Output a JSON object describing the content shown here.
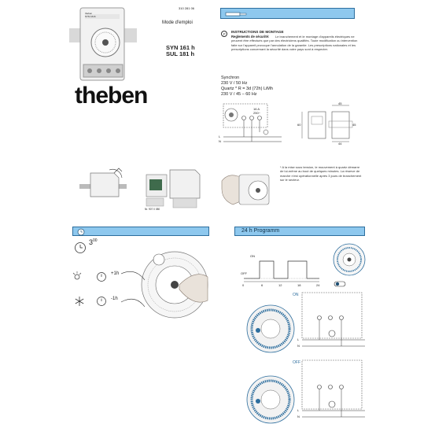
{
  "header": {
    "doc_number": "310 281 06",
    "mode_label": "Mode d'emploi",
    "model_1": "SYN 161 h",
    "model_2": "SUL 181 h",
    "brand": "theben",
    "device_label_1": "theben",
    "device_label_2": "SYN 161h"
  },
  "instructions": {
    "language_code": "F",
    "title": "INSTRUCTIONS DE MONTAGE",
    "safety_bold": "Reglements de sécurité:",
    "paragraph": "Le branchement et le montage d'appareils électriques ne peuvent être effectués que par des électriciens qualifiés. Toute modification ou intervention faite sur l'appareil provoque l'annulation de la garantie. Les prescriptions nationales et les prescriptions concernant la sécurité dans votre pays sont à respecter."
  },
  "specs": {
    "line_1": "Synchron",
    "line_2": "230 V / 50 Hz",
    "line_3": "Quartz * R = 3d (72h) LiMh",
    "line_4": "230 V / 45 – 60 Hz"
  },
  "wiring": {
    "rating": "16 A",
    "voltage": "250~",
    "terminal_l": "L",
    "terminal_n": "N",
    "dim_1": "45",
    "dim_2": "60",
    "dim_3": "45",
    "dim_4": "44"
  },
  "reserve_note": "* A la mise sous tension, le mouvement à quartz démarre de lui-même au bout de quelques minutes. La réserve de marche n'est opérationnelle après 3 jours de branchement sur le secteur.",
  "accessory_code": "Nr. 907 0 080",
  "sections": {
    "time_section_icon": "clock-icon",
    "program_title": "24 h Programm"
  },
  "time_setting": {
    "time_value": "3",
    "time_superscript": "00",
    "plus_label": "+1h",
    "minus_label": "-1h"
  },
  "program": {
    "on_label": "ON",
    "off_label": "OFF",
    "hours": [
      "0",
      "6",
      "12",
      "18",
      "24"
    ],
    "on_label_2": "ON",
    "off_label_2": "OFF",
    "l_label_1": "L",
    "n_label_1": "N",
    "l_label_2": "L",
    "n_label_2": "N"
  }
}
